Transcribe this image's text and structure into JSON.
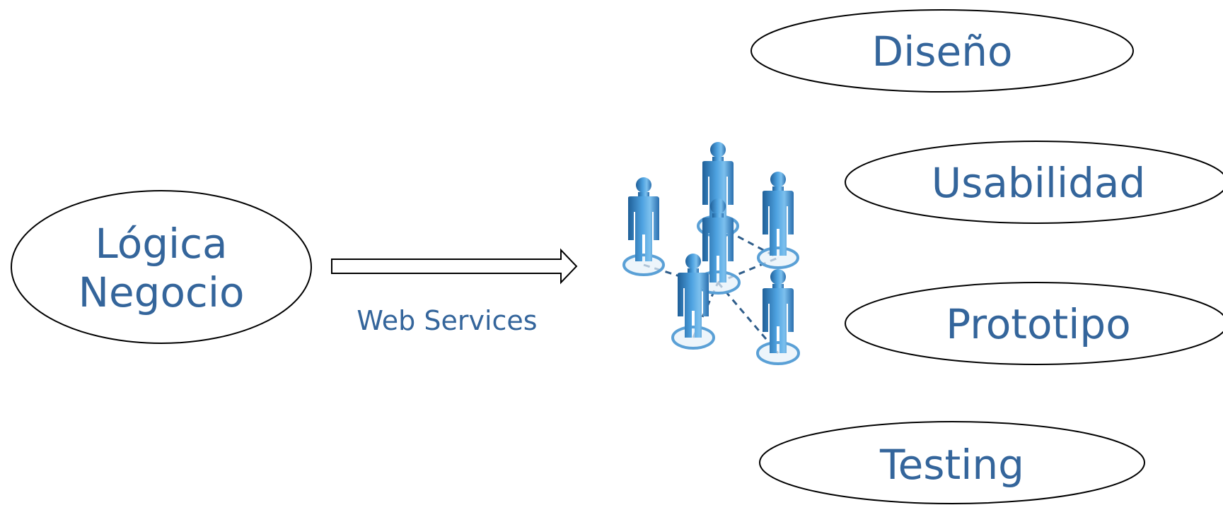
{
  "nodes": {
    "logica": {
      "line1": "Lógica",
      "line2": "Negocio"
    },
    "diseno": "Diseño",
    "usabilidad": "Usabilidad",
    "prototipo": "Prototipo",
    "testing": "Testing"
  },
  "edge_label": "Web Services",
  "colors": {
    "text": "#34659b",
    "people": "#3f8fd0",
    "people_shade": "#1f5f98",
    "link": "#2f5d8a"
  },
  "icons": {
    "people_network": "users-network-icon"
  }
}
